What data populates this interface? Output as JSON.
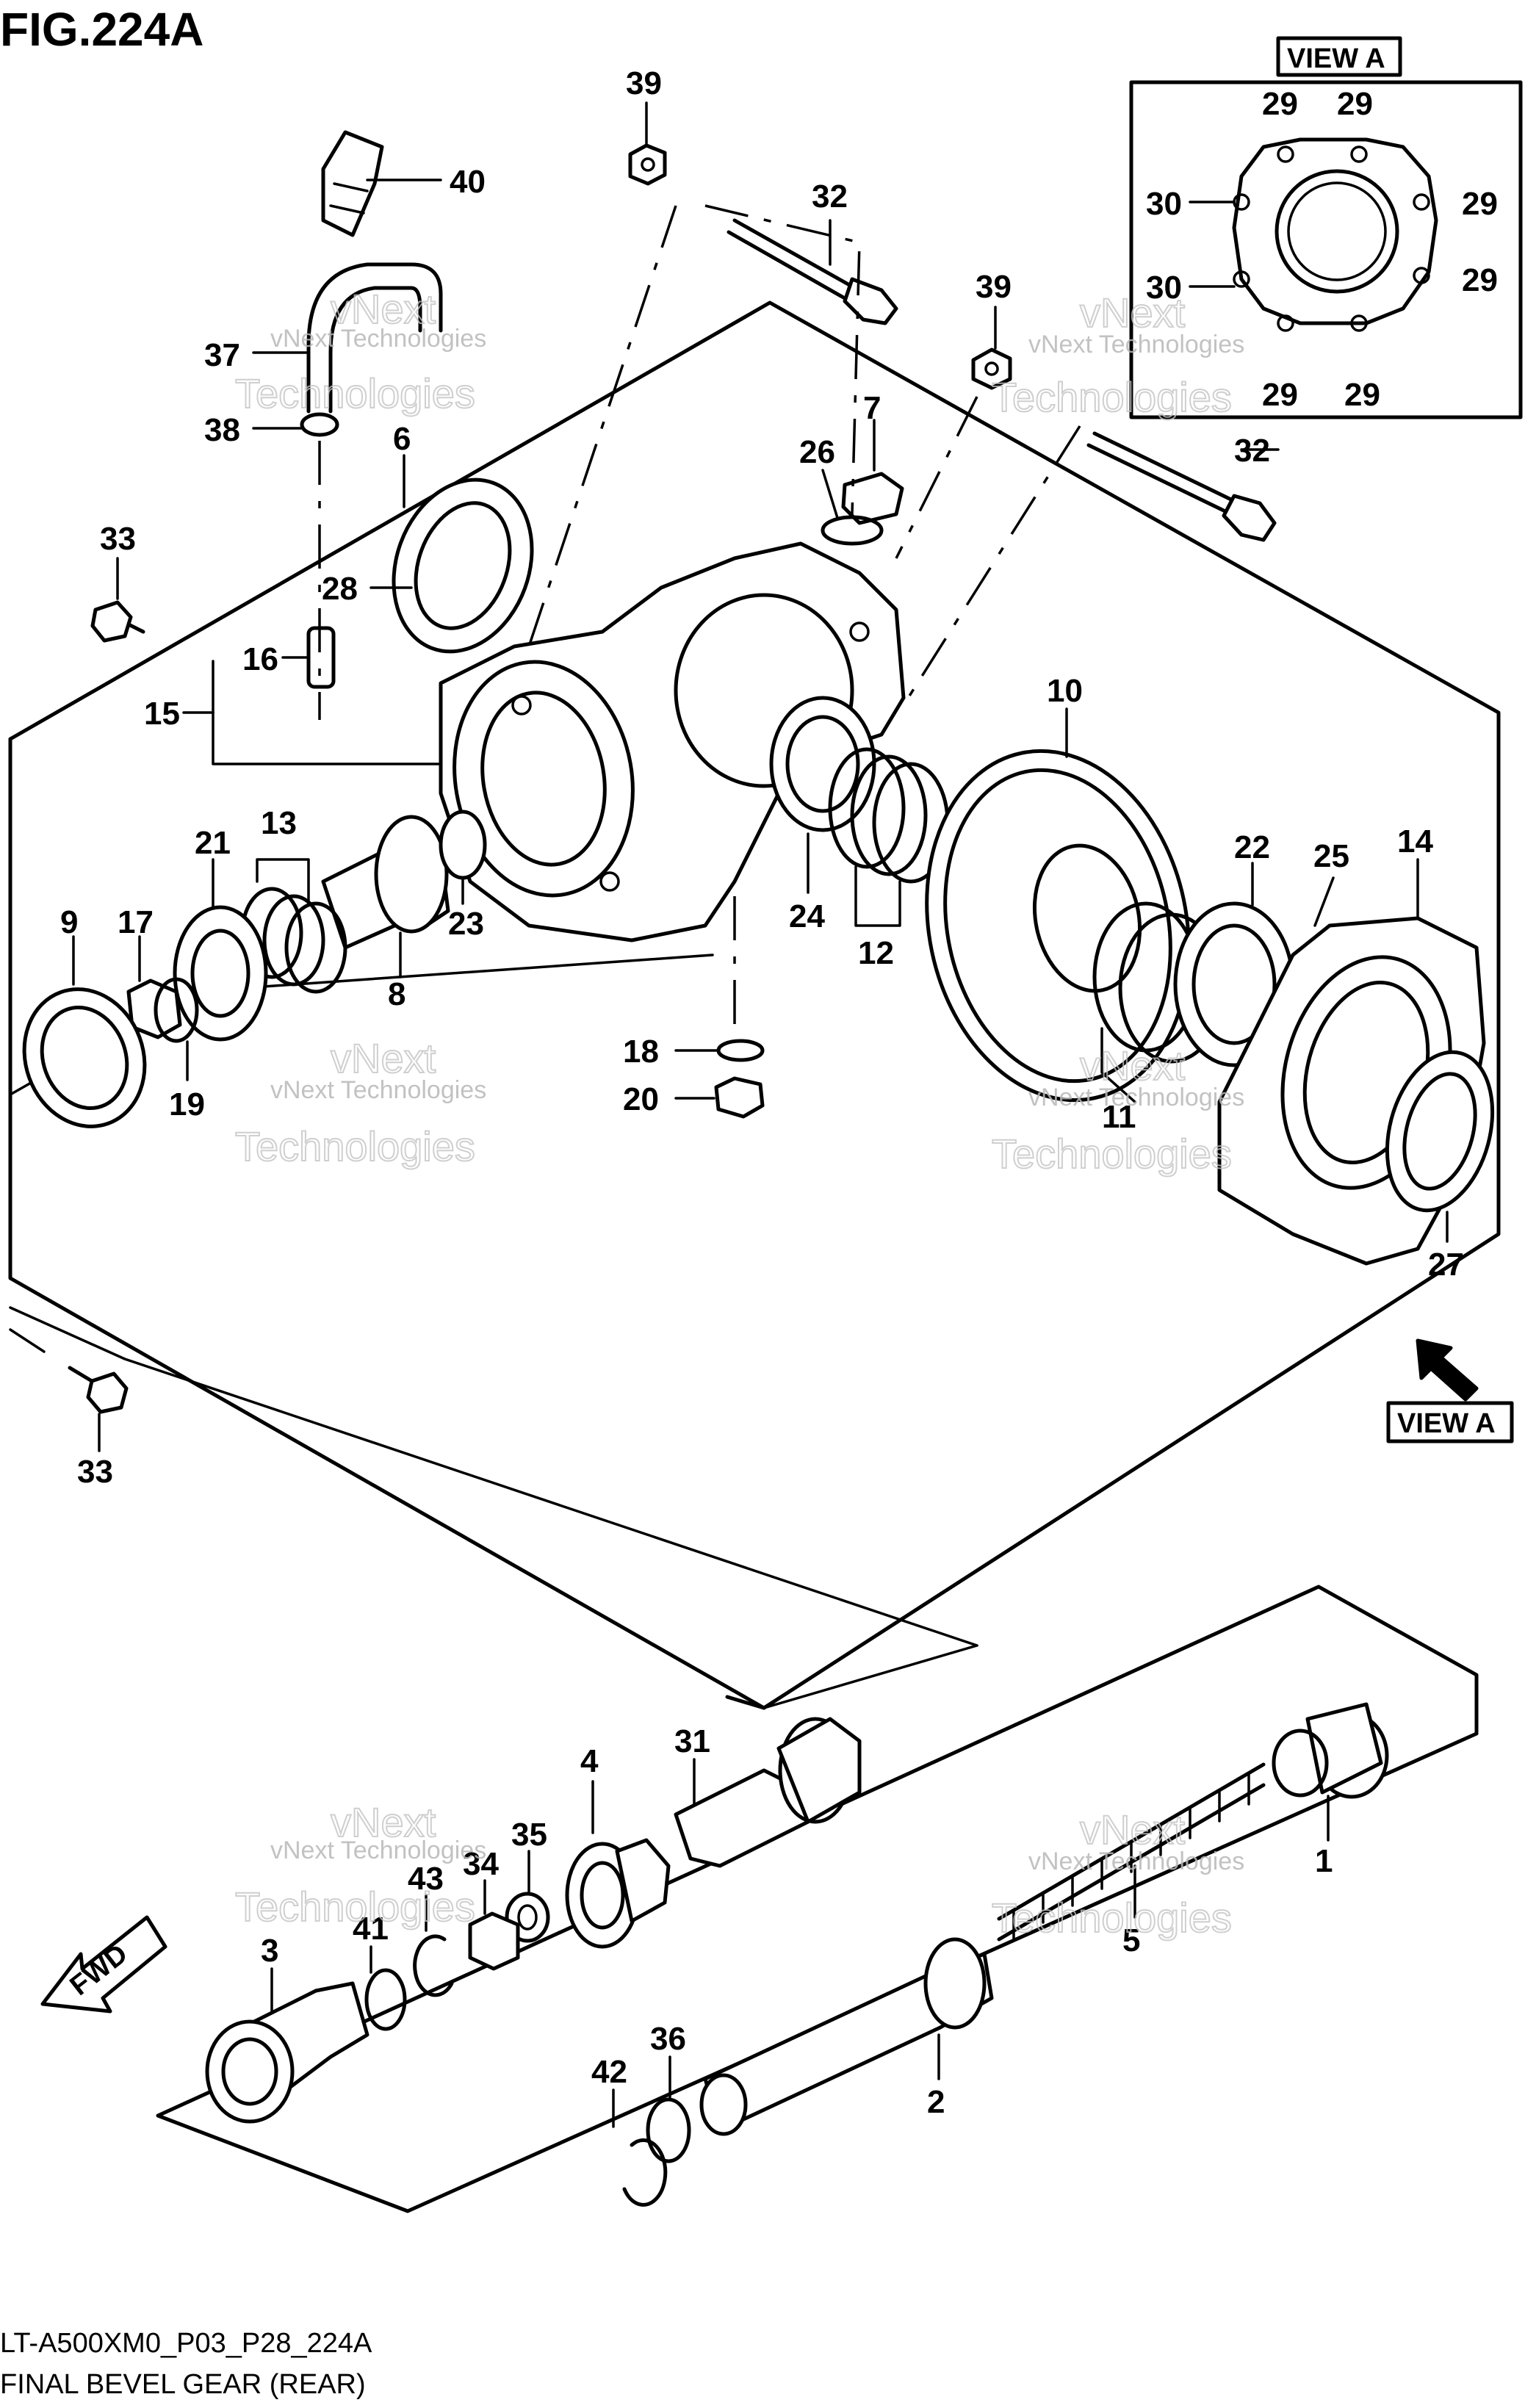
{
  "figure": {
    "title": "FIG.224A",
    "code": "LT-A500XM0_P03_P28_224A",
    "caption": "FINAL BEVEL GEAR (REAR)"
  },
  "view_labels": {
    "inset": "VIEW A",
    "arrow": "VIEW A",
    "fwd": "FWD"
  },
  "watermark": {
    "line1": "vNext Technologies",
    "line2": "vNext",
    "line3": "Technologies"
  },
  "callouts": {
    "c1": "1",
    "c2": "2",
    "c3": "3",
    "c4": "4",
    "c5": "5",
    "c6": "6",
    "c7": "7",
    "c8": "8",
    "c9": "9",
    "c10": "10",
    "c11": "11",
    "c12": "12",
    "c13": "13",
    "c14": "14",
    "c15": "15",
    "c16": "16",
    "c17": "17",
    "c18": "18",
    "c19": "19",
    "c20": "20",
    "c21": "21",
    "c22": "22",
    "c23": "23",
    "c24": "24",
    "c25": "25",
    "c26": "26",
    "c27": "27",
    "c28": "28",
    "c29a": "29",
    "c29b": "29",
    "c29c": "29",
    "c29d": "29",
    "c29e": "29",
    "c29f": "29",
    "c30a": "30",
    "c30b": "30",
    "c31": "31",
    "c32a": "32",
    "c32b": "32",
    "c33a": "33",
    "c33b": "33",
    "c34": "34",
    "c35": "35",
    "c36": "36",
    "c37": "37",
    "c38": "38",
    "c39a": "39",
    "c39b": "39",
    "c40": "40",
    "c41": "41",
    "c42": "42",
    "c43": "43"
  }
}
